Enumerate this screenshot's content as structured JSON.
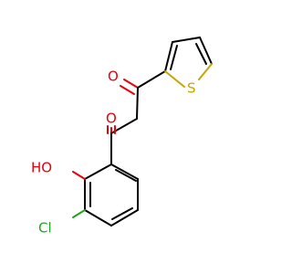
{
  "molecule": {
    "atoms": {
      "o_top": "O",
      "o_mid": "O",
      "oh": "HO",
      "s": "S",
      "cl": "Cl"
    },
    "colors": {
      "bond": "#000000",
      "oxygen": "#e8000b",
      "sulfur": "#c8a400",
      "chlorine": "#1ea51e",
      "background": "#ffffff"
    }
  }
}
